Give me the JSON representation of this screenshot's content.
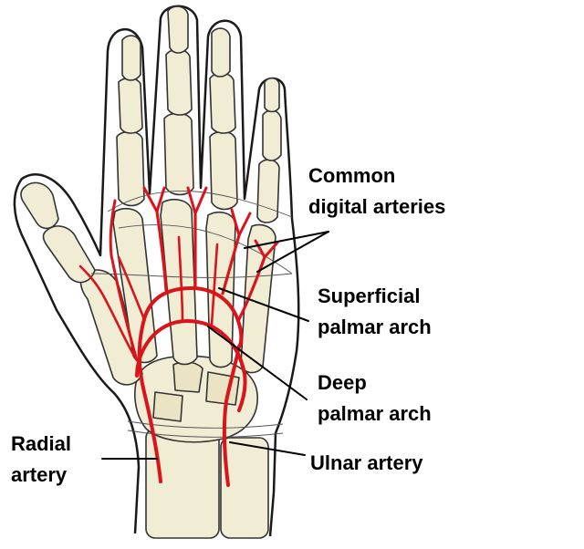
{
  "labels": {
    "common": [
      "Common",
      "digital arteries"
    ],
    "superficial": [
      "Superficial",
      "palmar arch"
    ],
    "deep": [
      "Deep",
      "palmar arch"
    ],
    "radial": [
      "Radial",
      "artery"
    ],
    "ulnar": [
      "Ulnar artery"
    ]
  },
  "colors": {
    "artery": "#d9141a",
    "bone": "#f1ecd4",
    "outline": "#1a1a1a",
    "label": "#000000"
  }
}
